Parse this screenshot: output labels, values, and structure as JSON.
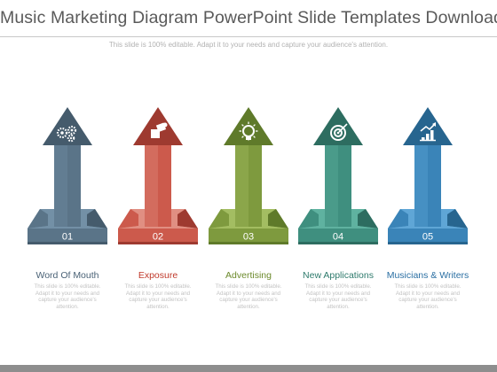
{
  "slide": {
    "title": "Music Marketing Diagram PowerPoint Slide Templates Download",
    "subtitle": "This slide is 100% editable. Adapt it to your needs and capture your audience's attention."
  },
  "items": [
    {
      "number": "01",
      "label": "Word Of Mouth",
      "description": "This slide is 100% editable. Adapt it to your needs and capture your audience's attention.",
      "icon": "gears-icon",
      "colors": {
        "face": "#5a7488",
        "dark": "#455b6c",
        "light": "#7390a6",
        "label": "#4a6276"
      }
    },
    {
      "number": "02",
      "label": "Exposure",
      "description": "This slide is 100% editable. Adapt it to your needs and capture your audience's attention.",
      "icon": "puzzle-icon",
      "colors": {
        "face": "#cc5a4c",
        "dark": "#9e3a30",
        "light": "#e08f82",
        "label": "#c0392b"
      }
    },
    {
      "number": "03",
      "label": "Advertising",
      "description": "This slide is 100% editable. Adapt it to your needs and capture your audience's attention.",
      "icon": "lightbulb-icon",
      "colors": {
        "face": "#7e9a3e",
        "dark": "#5f7a2a",
        "light": "#a3bd62",
        "label": "#6c8a2c"
      }
    },
    {
      "number": "04",
      "label": "New Applications",
      "description": "This slide is 100% editable. Adapt it to your needs and capture your audience's attention.",
      "icon": "target-icon",
      "colors": {
        "face": "#3f8f7f",
        "dark": "#2d6d60",
        "light": "#5fb2a0",
        "label": "#2e7a6c"
      }
    },
    {
      "number": "05",
      "label": "Musicians & Writers",
      "description": "This slide is 100% editable. Adapt it to your needs and capture your audience's attention.",
      "icon": "growth-chart-icon",
      "colors": {
        "face": "#3a84b8",
        "dark": "#27658f",
        "light": "#5fa6d6",
        "label": "#2a6fa3"
      }
    }
  ]
}
